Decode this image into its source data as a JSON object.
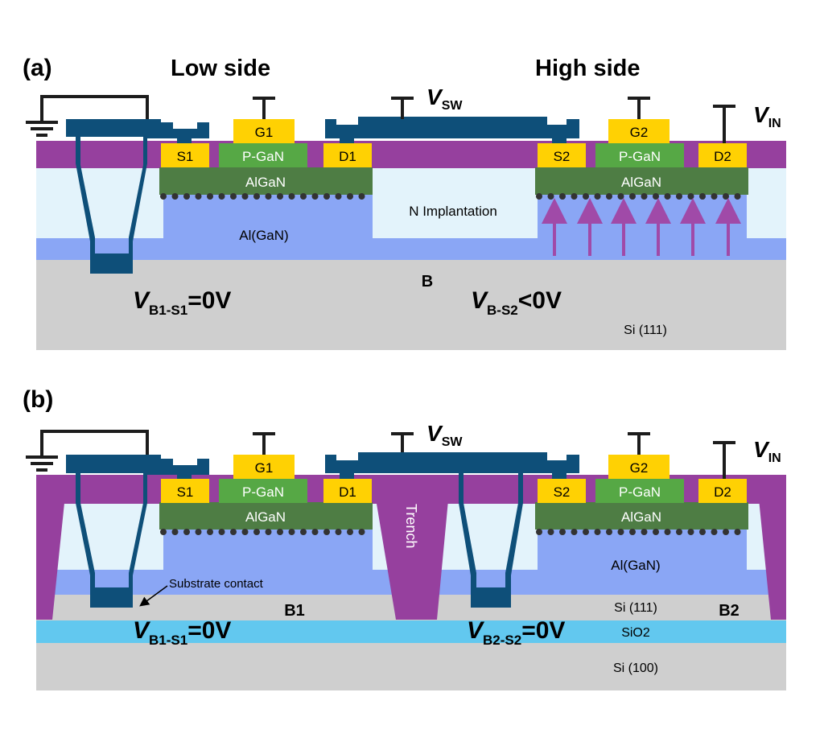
{
  "panel_a": {
    "tag": "(a)",
    "low_side": "Low side",
    "high_side": "High side",
    "vsw_v": "V",
    "vsw_sub": "SW",
    "vin_v": "V",
    "vin_sub": "IN",
    "s1": "S1",
    "g1": "G1",
    "d1": "D1",
    "s2": "S2",
    "g2": "G2",
    "d2": "D2",
    "pgan": "P-GaN",
    "algan": "AlGaN",
    "buffer": "Al(GaN)",
    "n_implant": "N Implantation",
    "body_b": "B",
    "vb1s1_v": "V",
    "vb1s1_sub": "B1-S1",
    "vb1s1_val": "=0V",
    "vbs2_v": "V",
    "vbs2_sub": "B-S2",
    "vbs2_val": "<0V",
    "substrate": "Si (111)"
  },
  "panel_b": {
    "tag": "(b)",
    "vsw_v": "V",
    "vsw_sub": "SW",
    "vin_v": "V",
    "vin_sub": "IN",
    "s1": "S1",
    "g1": "G1",
    "d1": "D1",
    "s2": "S2",
    "g2": "G2",
    "d2": "D2",
    "pgan": "P-GaN",
    "algan": "AlGaN",
    "buffer": "Al(GaN)",
    "trench": "Trench",
    "substrate_contact": "Substrate contact",
    "b1": "B1",
    "b2": "B2",
    "vb1s1_v": "V",
    "vb1s1_sub": "B1-S1",
    "vb1s1_val": "=0V",
    "vb2s2_v": "V",
    "vb2s2_sub": "B2-S2",
    "vb2s2_val": "=0V",
    "si111": "Si (111)",
    "sio2": "SiO2",
    "si100": "Si (100)"
  },
  "colors": {
    "passivation": "#96409e",
    "buffer_light": "#e3f3fb",
    "buffer_blue": "#8aa6f5",
    "silicon": "#cfcfcf",
    "algan": "#4e7d44",
    "pgan": "#56a845",
    "contact": "#ffd103",
    "metal": "#0e4f79",
    "sio2": "#62c8ef",
    "label_blue": "#1a1adb"
  }
}
